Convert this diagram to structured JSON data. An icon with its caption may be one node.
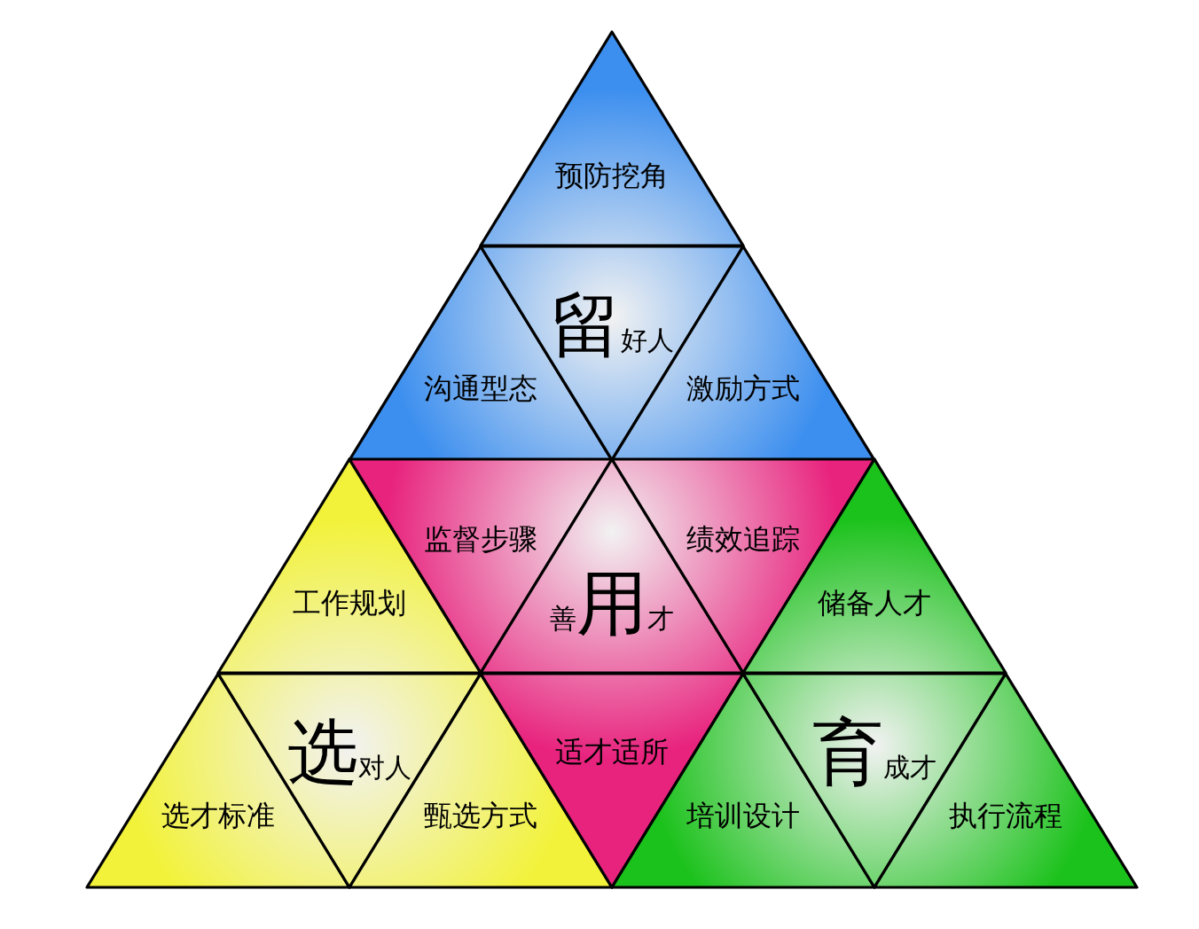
{
  "diagram": {
    "nodes": [
      {
        "text": [
          "预防挖角"
        ]
      },
      {
        "text": [
          "沟通型态"
        ]
      },
      {
        "text": [
          "留",
          "好人"
        ]
      },
      {
        "text": [
          "激励方式"
        ]
      },
      {
        "text": [
          "工作规划"
        ]
      },
      {
        "text": [
          "监督步骤"
        ]
      },
      {
        "text": [
          "善",
          "用",
          "才"
        ]
      },
      {
        "text": [
          "绩效追踪"
        ]
      },
      {
        "text": [
          "储备人才"
        ]
      },
      {
        "text": [
          "选才标准"
        ]
      },
      {
        "text": [
          "选",
          "对人"
        ]
      },
      {
        "text": [
          "甄选方式"
        ]
      },
      {
        "text": [
          "适才适所"
        ]
      },
      {
        "text": [
          "培训设计"
        ]
      },
      {
        "text": [
          "育",
          "成才"
        ]
      },
      {
        "text": [
          "执行流程"
        ]
      }
    ]
  }
}
